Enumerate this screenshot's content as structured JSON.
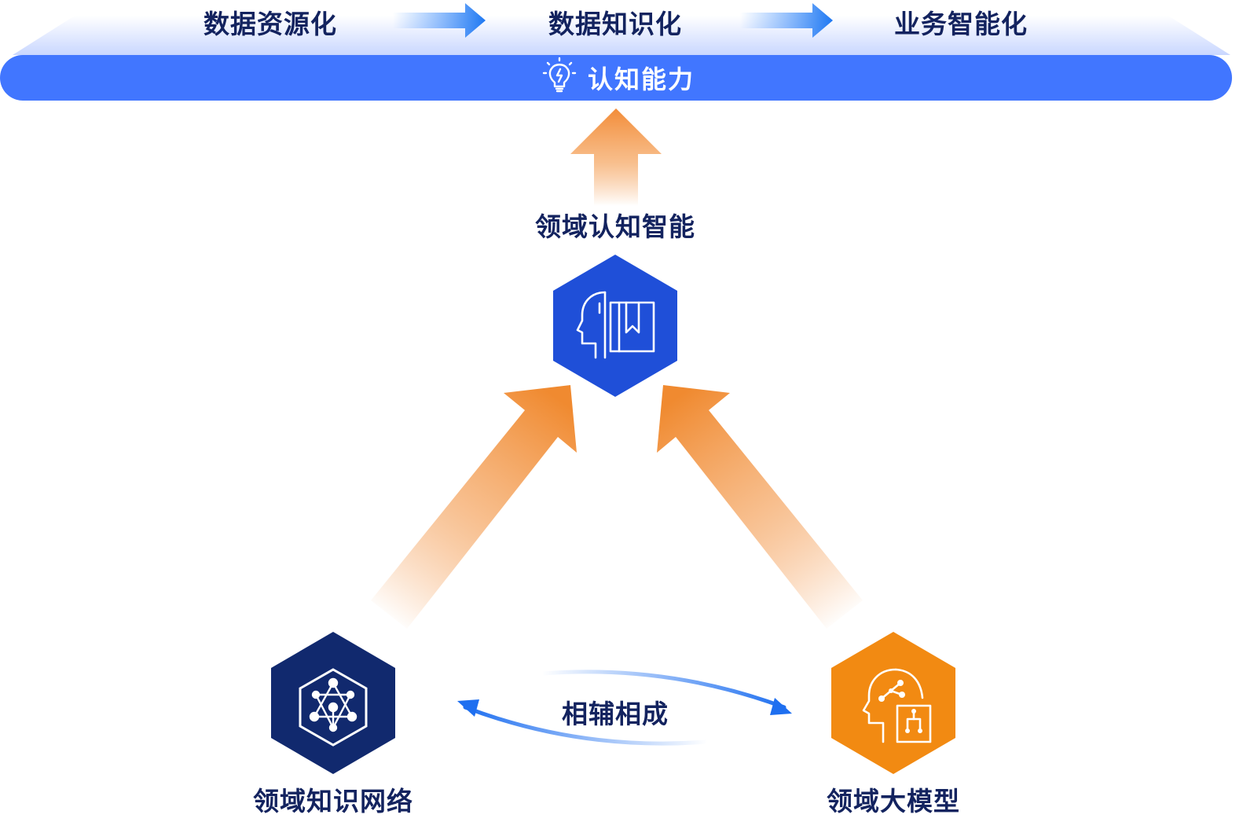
{
  "top": {
    "stages": [
      {
        "label": "数据资源化"
      },
      {
        "label": "数据知识化"
      },
      {
        "label": "业务智能化"
      }
    ],
    "bar_label": "认知能力",
    "bar_icon": "lightbulb-icon"
  },
  "nodes": {
    "cognitive": {
      "label": "领域认知智能",
      "icon": "head-book-icon",
      "color": "#1f4fd8"
    },
    "knowledge": {
      "label": "领域知识网络",
      "icon": "network-graph-icon",
      "color": "#11296e"
    },
    "model": {
      "label": "领域大模型",
      "icon": "head-network-icon",
      "color": "#f28a12"
    }
  },
  "relation_label": "相辅相成",
  "colors": {
    "bar": "#4176ff",
    "arrow_orange": "#f28c38",
    "arrow_blue": "#1e6ff0"
  }
}
